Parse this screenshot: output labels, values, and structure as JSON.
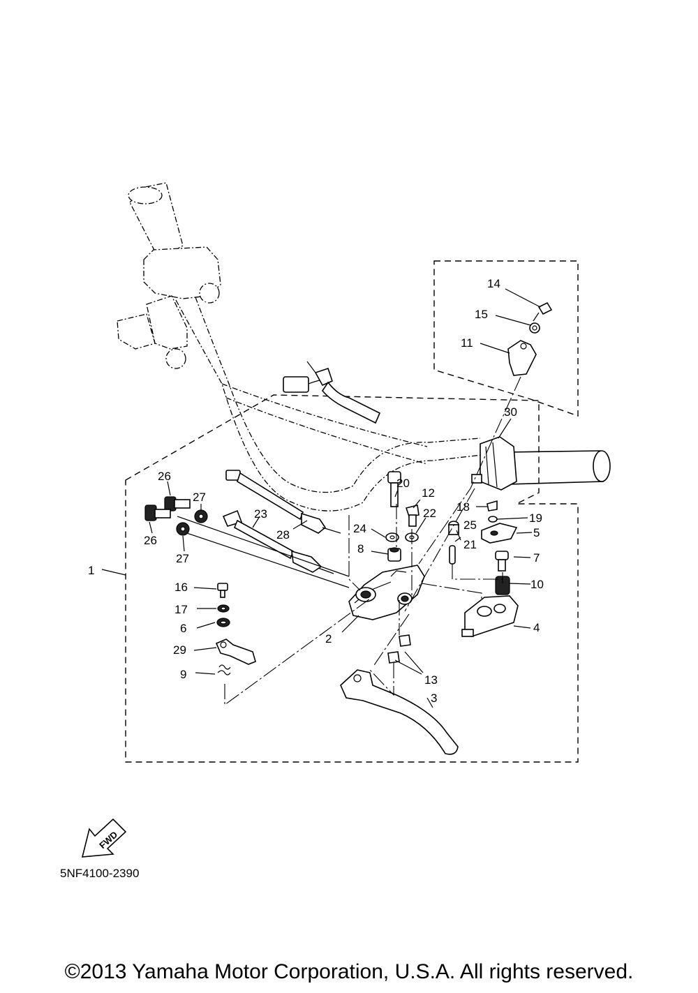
{
  "diagram": {
    "part_number": "5NF4100-2390",
    "fwd_label": "FWD",
    "callouts": {
      "c1": "1",
      "c2": "2",
      "c3": "3",
      "c4": "4",
      "c5": "5",
      "c6": "6",
      "c7": "7",
      "c8": "8",
      "c9": "9",
      "c10": "10",
      "c11": "11",
      "c12": "12",
      "c13": "13",
      "c14": "14",
      "c15": "15",
      "c16": "16",
      "c17": "17",
      "c18": "18",
      "c19": "19",
      "c20": "20",
      "c21": "21",
      "c22": "22",
      "c23": "23",
      "c24": "24",
      "c25": "25",
      "c26a": "26",
      "c26b": "26",
      "c27a": "27",
      "c27b": "27",
      "c28": "28",
      "c29": "29",
      "c30": "30"
    }
  },
  "footer": {
    "copyright": "©2013 Yamaha Motor Corporation, U.S.A. All rights reserved."
  }
}
